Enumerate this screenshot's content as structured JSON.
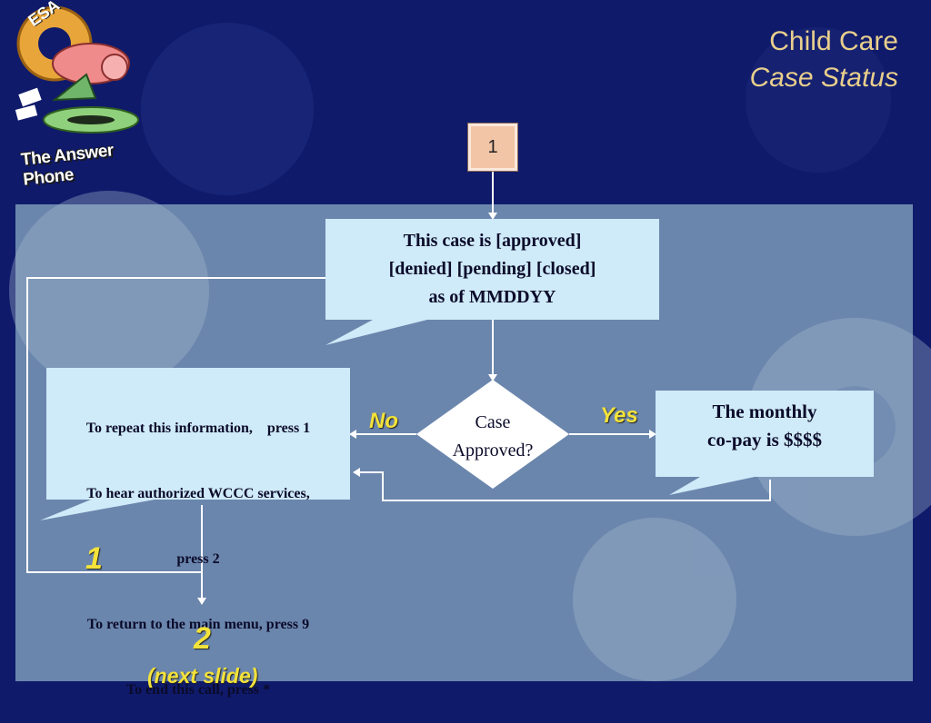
{
  "slide": {
    "title": "Child Care",
    "subtitle": "Case Status"
  },
  "logo": {
    "badge": "ESA",
    "caption": "The Answer Phone"
  },
  "step_box": {
    "number": "1"
  },
  "status_callout": {
    "line1": "This case is [approved]",
    "line2": "[denied] [pending] [closed]",
    "line3": "as of MMDDYY"
  },
  "decision": {
    "line1": "Case",
    "line2": "Approved?"
  },
  "labels": {
    "no": "No",
    "yes": "Yes"
  },
  "copay_callout": {
    "line1": "The monthly",
    "line2": "co-pay is $$$$"
  },
  "menu_callout": {
    "line1": "To repeat this information,    press 1",
    "line2": "To hear authorized WCCC services,",
    "line3": "press 2",
    "line4": "To return to the main menu, press 9",
    "line5": "To end this call, press *"
  },
  "loop_label": "1",
  "next_number": "2",
  "next_label": "(next slide)",
  "colors": {
    "background": "#0f1a6b",
    "panel": "#6b86ad",
    "callout_fill": "#cfeaf8",
    "accent_text": "#f3e23a",
    "title_text": "#e9cf8c"
  }
}
